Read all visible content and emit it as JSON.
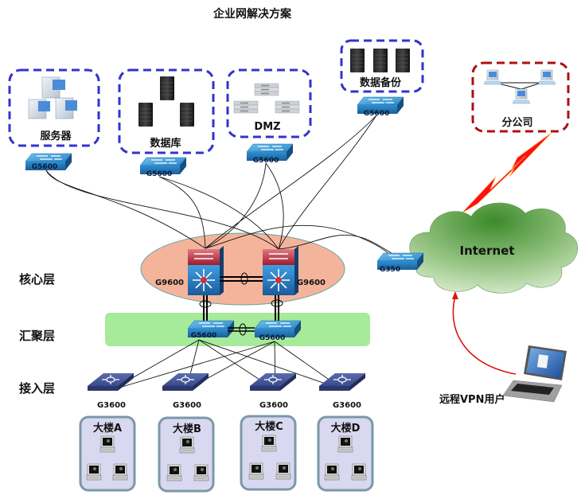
{
  "title": "企业网解决方案",
  "layers": {
    "core": "核心层",
    "aggregation": "汇聚层",
    "access": "接入层"
  },
  "groups": {
    "servers": "服务器",
    "database": "数据库",
    "dmz": "DMZ",
    "backup": "数据备份",
    "branch": "分公司"
  },
  "devices": {
    "server_switch": "G5600",
    "db_switch": "G5600",
    "dmz_switch": "G5600",
    "backup_switch": "G5600",
    "core_left": "G9600",
    "core_right": "G9600",
    "agg_left": "G5600",
    "agg_right": "G5600",
    "edge_router": "G350",
    "access": [
      "G3600",
      "G3600",
      "G3600",
      "G3600"
    ]
  },
  "buildings": [
    "大楼A",
    "大楼B",
    "大楼C",
    "大楼D"
  ],
  "internet": "Internet",
  "vpn_user": "远程VPN用户",
  "colors": {
    "group_border": "#3333cc",
    "branch_border": "#aa1111",
    "core_zone": "#f4b49c",
    "agg_zone": "#a6ea9a",
    "building_fill": "#d8d8f0",
    "building_border": "#7a98a8",
    "switch_blue": "#2a7cc0",
    "access_switch": "#3a4a8a",
    "cloud_green": "#4a8a2a",
    "lightning": "#ff1010"
  }
}
